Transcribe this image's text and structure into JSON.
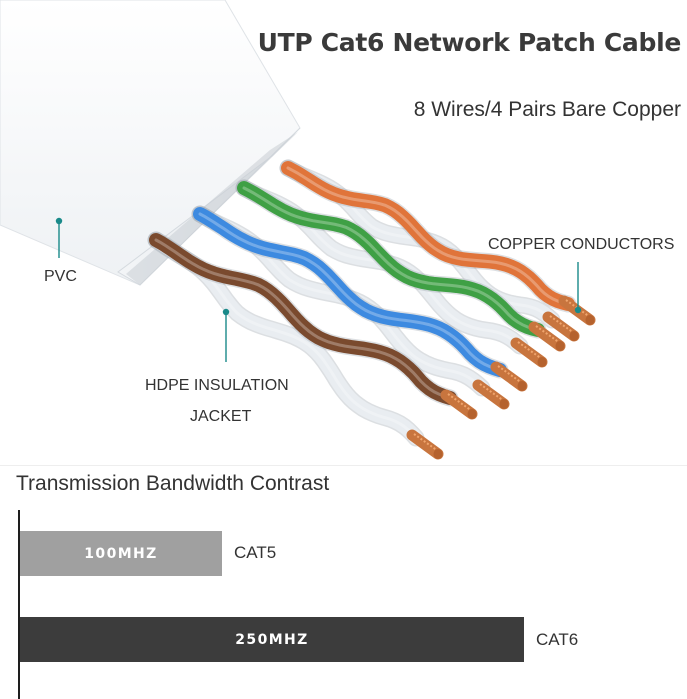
{
  "header": {
    "title": "UTP Cat6 Network Patch Cable",
    "subtitle": "8 Wires/4 Pairs Bare Copper"
  },
  "callouts": {
    "pvc": "PVC",
    "copper": "COPPER CONDUCTORS",
    "hdpe_line1": "HDPE INSULATION",
    "hdpe_line2": "JACKET"
  },
  "colors": {
    "accent": "#1a8a8a",
    "wire_orange": "#e0743a",
    "wire_green": "#3fa045",
    "wire_blue": "#3d8ae0",
    "wire_brown": "#7a4a2e",
    "wire_white": "#e9edf1",
    "copper": "#c8753e",
    "bar_cat5": "#a0a0a0",
    "bar_cat6": "#3c3c3c"
  },
  "chart_data": {
    "type": "bar",
    "orientation": "horizontal",
    "title": "Transmission Bandwidth Contrast",
    "categories": [
      "CAT5",
      "CAT6"
    ],
    "values": [
      100,
      250
    ],
    "value_labels": [
      "100MHZ",
      "250MHZ"
    ],
    "unit": "MHz",
    "xlim": [
      0,
      285
    ],
    "grid": false
  }
}
